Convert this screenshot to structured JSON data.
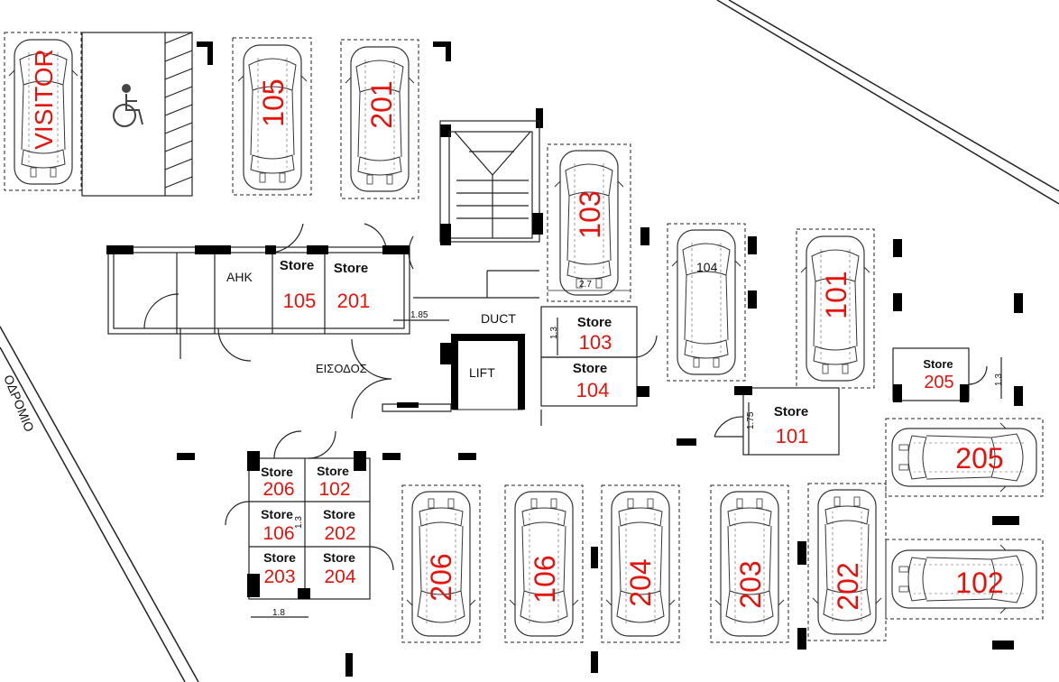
{
  "colors": {
    "background": "#ffffff",
    "line": "#111111",
    "label_red": "#e8120c",
    "wall_fill": "#000000"
  },
  "icons": {
    "accessible_parking": "wheelchair-icon",
    "car": "car-top-view-icon"
  },
  "parking_spaces": [
    {
      "id": "VISITOR",
      "label": "VISITOR"
    },
    {
      "id": "105",
      "label": "105"
    },
    {
      "id": "201",
      "label": "201"
    },
    {
      "id": "103",
      "label": "103"
    },
    {
      "id": "104",
      "label": "104"
    },
    {
      "id": "101",
      "label": "101"
    },
    {
      "id": "205",
      "label": "205"
    },
    {
      "id": "102",
      "label": "102"
    },
    {
      "id": "206",
      "label": "206"
    },
    {
      "id": "106",
      "label": "106"
    },
    {
      "id": "204",
      "label": "204"
    },
    {
      "id": "203",
      "label": "203"
    },
    {
      "id": "202",
      "label": "202"
    }
  ],
  "stores": [
    {
      "title": "Store",
      "number": "105"
    },
    {
      "title": "Store",
      "number": "201"
    },
    {
      "title": "Store",
      "number": "103"
    },
    {
      "title": "Store",
      "number": "104"
    },
    {
      "title": "Store",
      "number": "205"
    },
    {
      "title": "Store",
      "number": "101"
    },
    {
      "title": "Store",
      "number": "206"
    },
    {
      "title": "Store",
      "number": "102"
    },
    {
      "title": "Store",
      "number": "106"
    },
    {
      "title": "Store",
      "number": "202"
    },
    {
      "title": "Store",
      "number": "203"
    },
    {
      "title": "Store",
      "number": "204"
    }
  ],
  "rooms": {
    "ahk": "AHK",
    "duct": "DUCT",
    "lift": "LIFT",
    "entrance": "ΕΙΣΟΔΟΣ"
  },
  "dimensions": [
    "1.85",
    "2.7",
    "1.3",
    "1.75",
    "1.3",
    "1.3",
    "1.8"
  ],
  "road_label": "ΟΔΡΟΜΙΟ"
}
